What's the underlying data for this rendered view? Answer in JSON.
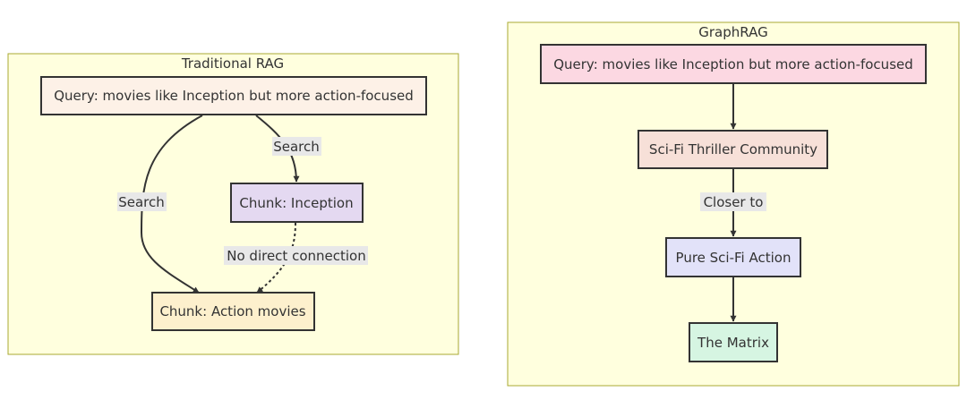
{
  "diagram": {
    "clusters": {
      "traditional": {
        "title": "Traditional RAG"
      },
      "graphrag": {
        "title": "GraphRAG"
      }
    },
    "nodes": {
      "trad_query": {
        "label": "Query: movies like Inception but more action-focused",
        "fill": "#fdf1e7"
      },
      "chunk_inception": {
        "label": "Chunk: Inception",
        "fill": "#e4d9f1"
      },
      "chunk_action": {
        "label": "Chunk: Action movies",
        "fill": "#fdf0cd"
      },
      "graph_query": {
        "label": "Query: movies like Inception but more action-focused",
        "fill": "#fcd8e2"
      },
      "scifi_thriller": {
        "label": "Sci-Fi Thriller Community",
        "fill": "#f7e0d8"
      },
      "pure_scifi": {
        "label": "Pure Sci-Fi Action",
        "fill": "#e2e2f9"
      },
      "the_matrix": {
        "label": "The Matrix",
        "fill": "#d6f5e2"
      }
    },
    "edges": {
      "search_right": {
        "label": "Search"
      },
      "search_left": {
        "label": "Search"
      },
      "no_direct": {
        "label": "No direct connection"
      },
      "closer_to": {
        "label": "Closer to"
      }
    }
  }
}
